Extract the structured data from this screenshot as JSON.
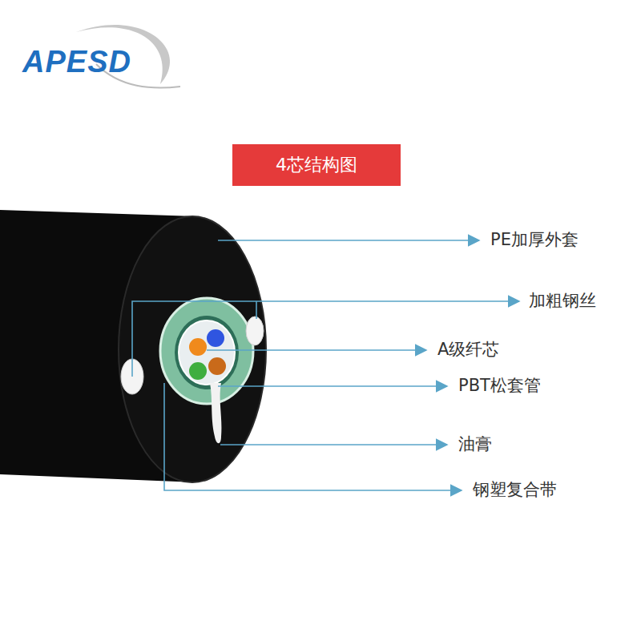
{
  "diagram": {
    "title": "4芯结构图",
    "labels": [
      "APESD",
      "PE加厚外套",
      "加粗钢丝",
      "A级纤芯",
      "PBT松套管",
      "油膏",
      "钢塑复合带"
    ]
  }
}
